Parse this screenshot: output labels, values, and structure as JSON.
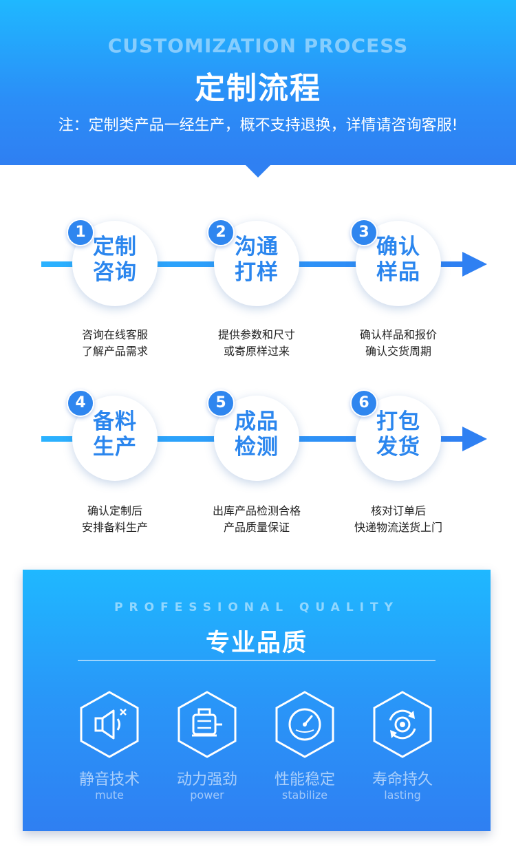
{
  "header": {
    "title_en": "CUSTOMIZATION PROCESS",
    "title_cn": "定制流程",
    "note": "注：定制类产品一经生产，概不支持退换，详情请咨询客服!"
  },
  "steps": [
    {
      "num": "1",
      "title_line1": "定制",
      "title_line2": "咨询",
      "desc_line1": "咨询在线客服",
      "desc_line2": "了解产品需求"
    },
    {
      "num": "2",
      "title_line1": "沟通",
      "title_line2": "打样",
      "desc_line1": "提供参数和尺寸",
      "desc_line2": "或寄原样过来"
    },
    {
      "num": "3",
      "title_line1": "确认",
      "title_line2": "样品",
      "desc_line1": "确认样品和报价",
      "desc_line2": "确认交货周期"
    },
    {
      "num": "4",
      "title_line1": "备料",
      "title_line2": "生产",
      "desc_line1": "确认定制后",
      "desc_line2": "安排备料生产"
    },
    {
      "num": "5",
      "title_line1": "成品",
      "title_line2": "检测",
      "desc_line1": "出库产品检测合格",
      "desc_line2": "产品质量保证"
    },
    {
      "num": "6",
      "title_line1": "打包",
      "title_line2": "发货",
      "desc_line1": "核对订单后",
      "desc_line2": "快递物流送货上门"
    }
  ],
  "quality": {
    "title_en": "PROFESSIONAL QUALITY",
    "title_cn": "专业品质",
    "features": [
      {
        "cn": "静音技术",
        "en": "mute",
        "icon": "mute-speaker-icon"
      },
      {
        "cn": "动力强劲",
        "en": "power",
        "icon": "motor-icon"
      },
      {
        "cn": "性能稳定",
        "en": "stabilize",
        "icon": "gauge-icon"
      },
      {
        "cn": "寿命持久",
        "en": "lasting",
        "icon": "cycle-gear-icon"
      }
    ]
  },
  "colors": {
    "primary": "#2f80f2",
    "accent_light": "#1fb8ff",
    "step_title": "#2b86ee"
  }
}
